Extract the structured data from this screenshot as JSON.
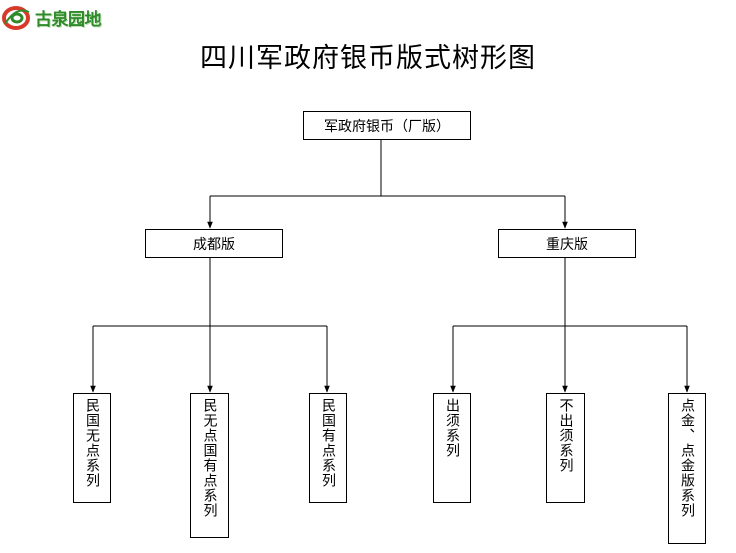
{
  "logo": {
    "text": "古泉园地",
    "icon": "coin-swirl-icon",
    "color": "#2f8a2a",
    "accent": "#d83a2a"
  },
  "title": "四川军政府银币版式树形图",
  "root": {
    "label": "军政府银币（厂版）"
  },
  "branches": [
    {
      "label": "成都版",
      "children": [
        "民国无点系列",
        "民无点国有点系列",
        "民国有点系列"
      ]
    },
    {
      "label": "重庆版",
      "children": [
        "出须系列",
        "不出须系列",
        "点金、点金版系列"
      ]
    }
  ]
}
